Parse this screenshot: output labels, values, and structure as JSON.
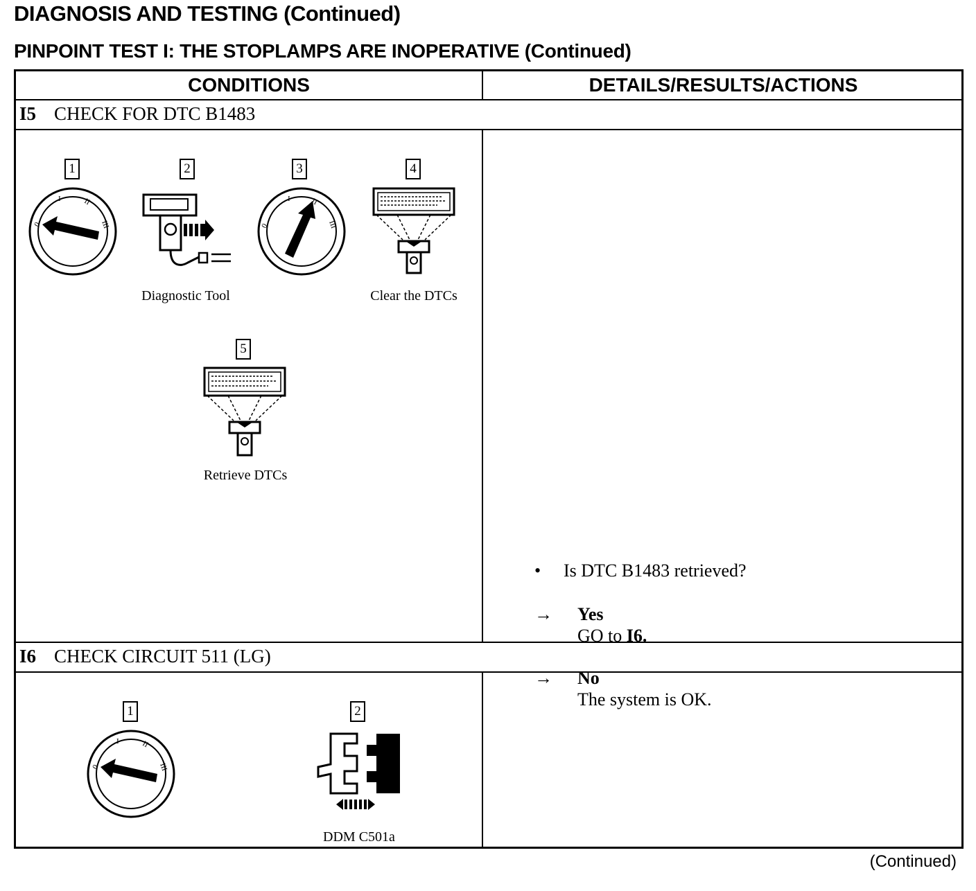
{
  "header": {
    "title": "DIAGNOSIS AND TESTING (Continued)",
    "subtitle": "PINPOINT TEST I:  THE STOPLAMPS ARE INOPERATIVE (Continued)"
  },
  "table": {
    "columns": [
      "CONDITIONS",
      "DETAILS/RESULTS/ACTIONS"
    ],
    "steps": [
      {
        "id": "I5",
        "title": "CHECK FOR DTC B1483",
        "figures": [
          {
            "number": "1",
            "icon": "ignition-switch-off-icon",
            "caption": ""
          },
          {
            "number": "2",
            "icon": "diagnostic-tool-icon",
            "caption": "Diagnostic Tool"
          },
          {
            "number": "3",
            "icon": "ignition-switch-run-icon",
            "caption": ""
          },
          {
            "number": "4",
            "icon": "scan-tool-display-icon",
            "caption": "Clear the DTCs"
          },
          {
            "number": "5",
            "icon": "scan-tool-display-icon",
            "caption": "Retrieve DTCs"
          }
        ],
        "question": "Is DTC B1483 retrieved?",
        "results": [
          {
            "arrow": "→",
            "answer": "Yes",
            "action_prefix": "GO to ",
            "action_target": "I6",
            "action_suffix": "."
          },
          {
            "arrow": "→",
            "answer": "No",
            "action_prefix": "The system is OK.",
            "action_target": "",
            "action_suffix": ""
          }
        ]
      },
      {
        "id": "I6",
        "title": "CHECK CIRCUIT 511 (LG)",
        "figures": [
          {
            "number": "1",
            "icon": "ignition-switch-off-icon",
            "caption": ""
          },
          {
            "number": "2",
            "icon": "connector-disconnect-icon",
            "caption": "DDM C501a"
          }
        ]
      }
    ]
  },
  "footer": {
    "continued": "(Continued)"
  }
}
